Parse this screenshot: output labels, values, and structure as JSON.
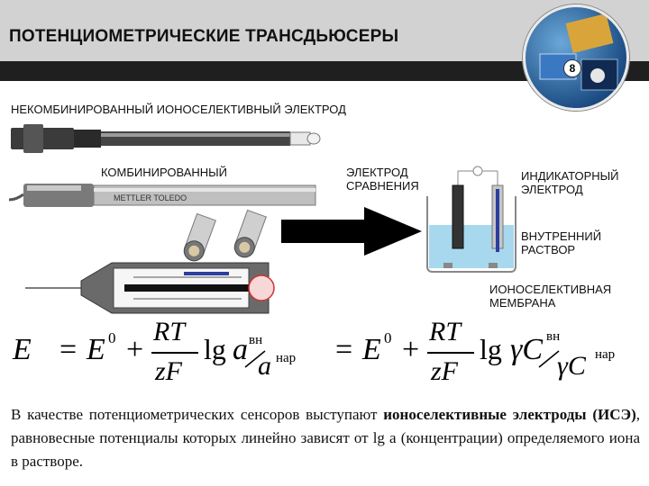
{
  "header": {
    "title": "ПОТЕНЦИОМЕТРИЧЕСКИЕ ТРАНСДЬЮСЕРЫ",
    "slide_number": "8"
  },
  "labels": {
    "non_combined": "НЕКОМБИНИРОВАННЫЙ ИОНОСЕЛЕКТИВНЫЙ ЭЛЕКТРОД",
    "combined": "КОМБИНИРОВАННЫЙ",
    "reference_line1": "ЭЛЕКТРОД",
    "reference_line2": "СРАВНЕНИЯ",
    "indicator_line1": "ИНДИКАТОРНЫЙ",
    "indicator_line2": "ЭЛЕКТРОД",
    "inner_line1": "ВНУТРЕННИЙ",
    "inner_line2": "РАСТВОР",
    "membrane_line1": "ИОНОСЕЛЕКТИВНАЯ",
    "membrane_line2": "МЕМБРАНА",
    "probe_brand": "METTLER TOLEDO"
  },
  "formula": {
    "E": "E",
    "eq": "=",
    "E0": "E",
    "zero": "0",
    "plus": "+",
    "RT": "RT",
    "zF": "zF",
    "lg": "lg",
    "a": "a",
    "vn": "вн",
    "nar": "нар",
    "eq2": "=",
    "E0b": "E",
    "zero2": "0",
    "plus2": "+",
    "RT2": "RT",
    "zF2": "zF",
    "lg2": "lg",
    "gammaC": "γC",
    "vn2": "вн",
    "nar2": "нар"
  },
  "paragraph": {
    "part1": "В качестве потенциометрических сенсоров выступают ",
    "bold": "ионоселективные электроды (ИСЭ)",
    "part2": ", равновесные потенциалы которых линейно зависят от lg a (концентрации) определяемого иона в растворе."
  },
  "colors": {
    "header_bg": "#d2d2d2",
    "stripe": "#1f1f1f",
    "solution": "#a8d8ee",
    "indicator_electrode": "#2c3e9e"
  }
}
